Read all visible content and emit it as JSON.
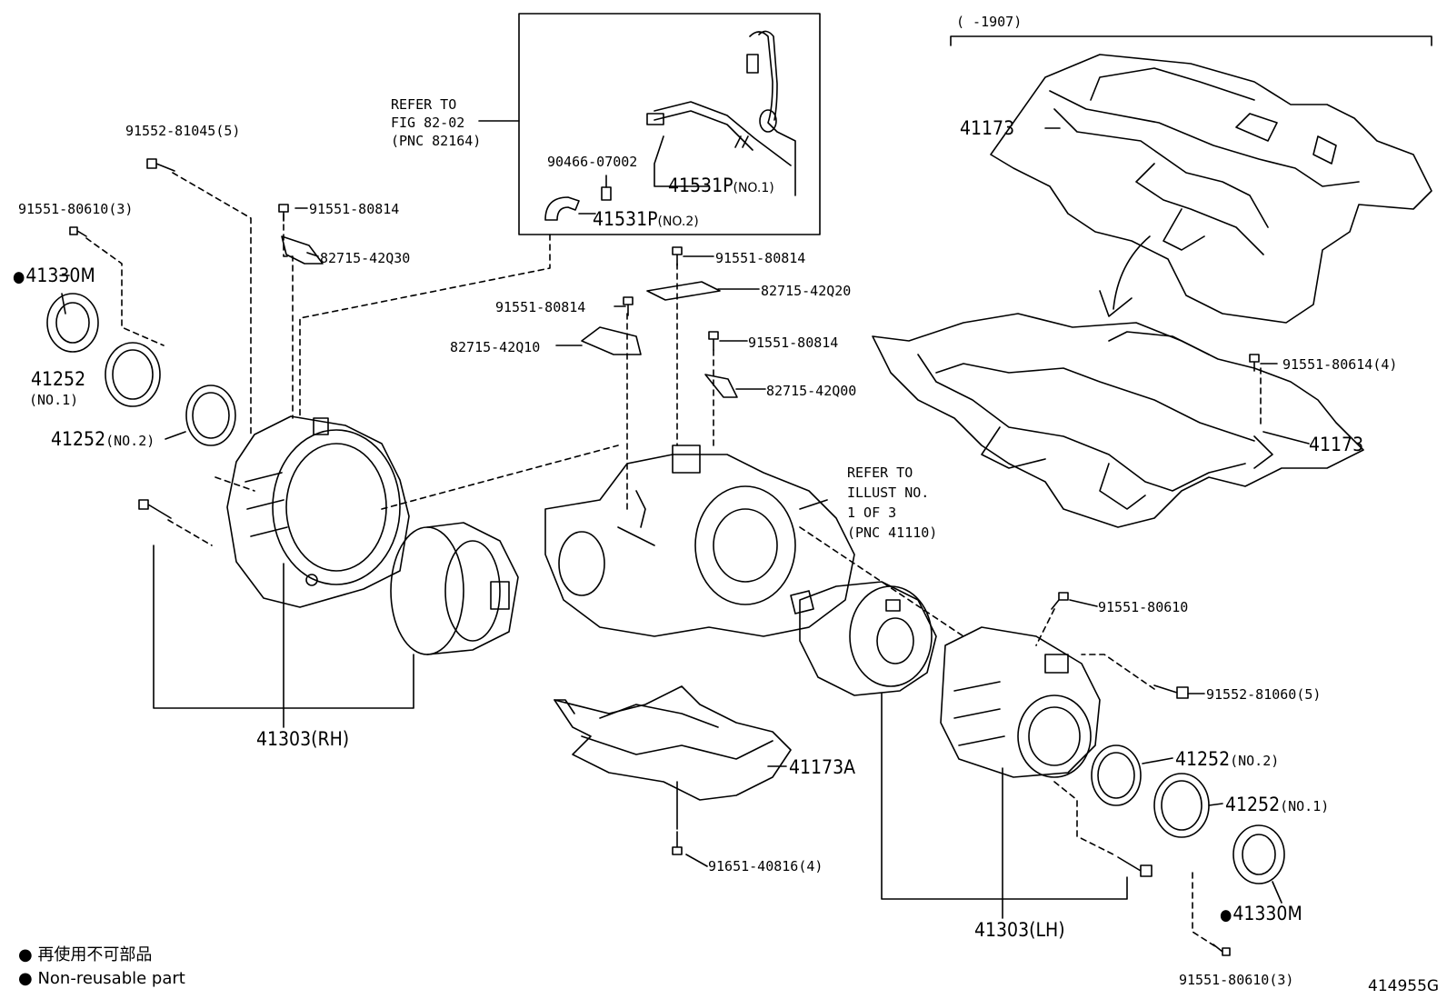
{
  "range_note": "(     -1907)",
  "refer_fig": [
    "REFER TO",
    "FIG 82-02",
    "(PNC 82164)"
  ],
  "refer_illust": [
    "REFER TO",
    "ILLUST NO.",
    "1 OF 3",
    "(PNC 41110)"
  ],
  "parts": {
    "p91552_81045": "91552-81045(5)",
    "p91551_80610_3_left": "91551-80610(3)",
    "p41330m_left": "41330M",
    "p41252_left_a": "41252",
    "p41252_left_b": "(NO.1)",
    "p41252_no2_left": "41252",
    "p41252_no2_left_sub": "(NO.2)",
    "p91551_80814_a": "91551-80814",
    "p82715_42q30": "82715-42Q30",
    "p90466_07002": "90466-07002",
    "p41531p_1": "41531P",
    "p41531p_1_sub": "(NO.1)",
    "p41531p_2": "41531P",
    "p41531p_2_sub": "(NO.2)",
    "p91551_80814_b": "91551-80814",
    "p82715_42q20": "82715-42Q20",
    "p91551_80814_c": "91551-80814",
    "p82715_42q10": "82715-42Q10",
    "p91551_80814_d": "91551-80814",
    "p82715_42q00": "82715-42Q00",
    "p41173_top": "41173",
    "p41173_bottom": "41173",
    "p91551_80614": "91551-80614(4)",
    "p41303_rh": "41303(RH)",
    "p41173a": "41173A",
    "p91651_40816": "91651-40816(4)",
    "p91551_80610": "91551-80610",
    "p91552_81060": "91552-81060(5)",
    "p41252_no2_right": "41252",
    "p41252_no2_right_sub": "(NO.2)",
    "p41252_no1_right": "41252",
    "p41252_no1_right_sub": "(NO.1)",
    "p41330m_right": "41330M",
    "p41303_lh": "41303(LH)",
    "p91551_80610_3_right": "91551-80610(3)"
  },
  "legend": {
    "line1": "再使用不可部品",
    "line2": "Non-reusable part"
  },
  "figure_id": "414955G"
}
